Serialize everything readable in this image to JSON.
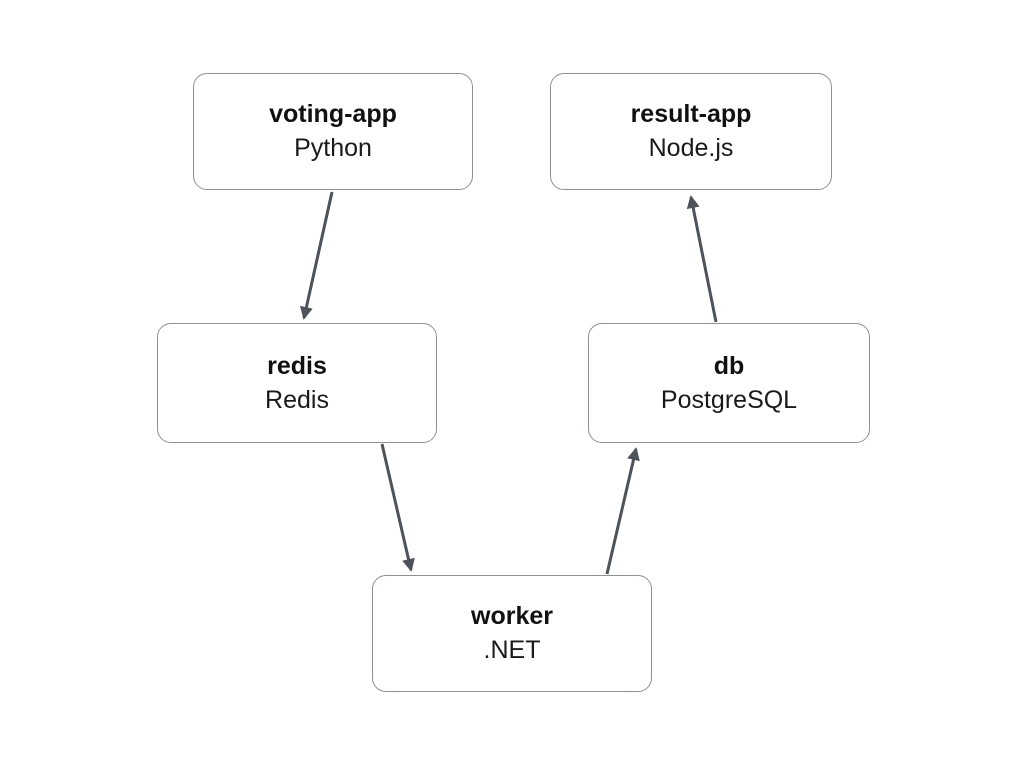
{
  "diagram": {
    "type": "architecture-flow",
    "nodes": [
      {
        "id": "voting-app",
        "name": "voting-app",
        "tech": "Python"
      },
      {
        "id": "result-app",
        "name": "result-app",
        "tech": "Node.js"
      },
      {
        "id": "redis",
        "name": "redis",
        "tech": "Redis"
      },
      {
        "id": "db",
        "name": "db",
        "tech": "PostgreSQL"
      },
      {
        "id": "worker",
        "name": "worker",
        "tech": ".NET"
      }
    ],
    "edges": [
      {
        "from": "voting-app",
        "to": "redis"
      },
      {
        "from": "redis",
        "to": "worker"
      },
      {
        "from": "worker",
        "to": "db"
      },
      {
        "from": "db",
        "to": "result-app"
      }
    ],
    "colors": {
      "background": "#ffffff",
      "node_background": "#ffffff",
      "node_border": "#8d9094",
      "arrow": "#4d535b",
      "title_text": "#111111",
      "tech_text": "#1a1a1a"
    }
  }
}
